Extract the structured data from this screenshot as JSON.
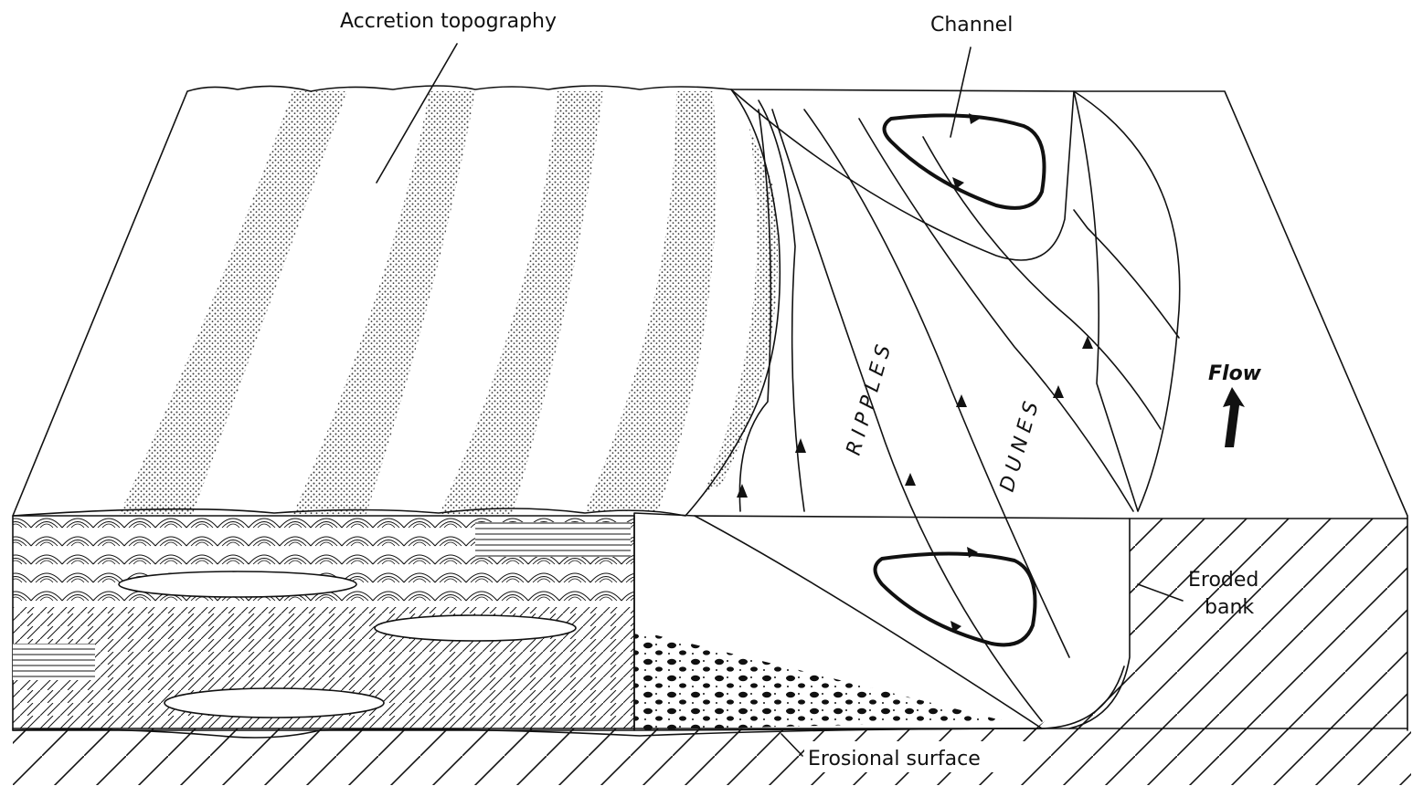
{
  "labels": {
    "accretion": "Accretion topography",
    "channel": "Channel",
    "ripples": "RIPPLES",
    "dunes": "DUNES",
    "flow": "Flow",
    "eroded_line1": "Eroded",
    "eroded_line2": "bank",
    "erosional": "Erosional surface"
  },
  "colors": {
    "ink": "#111111",
    "background": "#ffffff"
  }
}
